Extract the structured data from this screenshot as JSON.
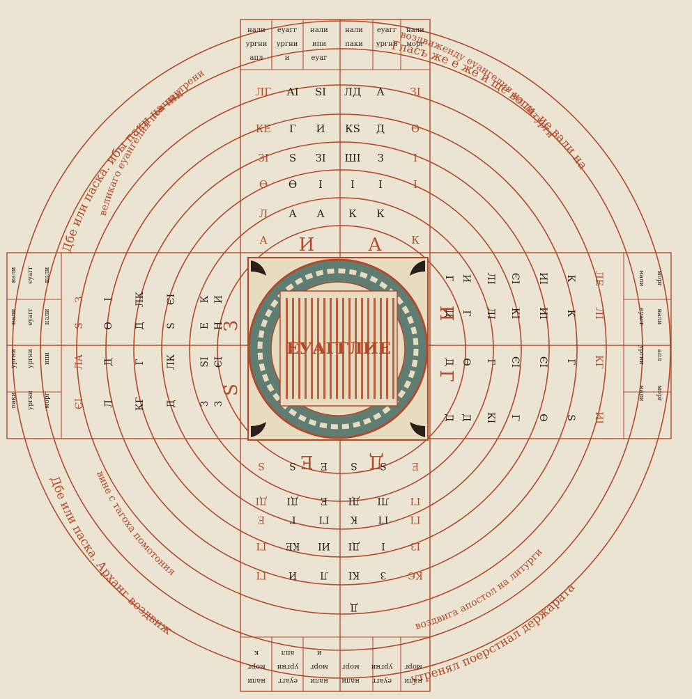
{
  "colors": {
    "paper": "#ece4d3",
    "ink_red": "#b24a2a",
    "ink_black": "#2b2018",
    "ornament_teal": "#5f7d72",
    "ornament_cream": "#e7dcc0"
  },
  "center_title": "ЕУАГГЛИЕ",
  "center_ornament_icon": "floral-vine-ornament",
  "ring_inscriptions": [
    "Дбе или паска. ибы паки начни ·",
    "Гласъ же е же и ще вопи. ие вали на",
    "великаго еуангелия пои наутрени",
    "воздвиженду еуангелия на литурги",
    "утренял поерстнал держарата",
    "воздвига апостол на литурги",
    "Дбе или паска. Арханг воздвиж",
    "вине с тагоха помотония"
  ],
  "top_header": [
    "нали",
    "еуагг",
    "нали",
    "нали",
    "еуагг",
    "нали",
    "ургни",
    "ургни",
    "ипи",
    "паки",
    "ургни",
    "морг",
    "апл",
    "и",
    "еуаг"
  ],
  "top_column": [
    [
      "ЛГ",
      "АІ",
      "ЅІ",
      "ЛД",
      "А",
      "ЗІ"
    ],
    [
      "КЕ",
      "Г",
      "И",
      "КЅ",
      "Д",
      "Ѳ"
    ],
    [
      "ЗІ",
      "Ѕ",
      "ЗІ",
      "ШІ",
      "З",
      "І"
    ],
    [
      "Ѳ",
      "Ѳ",
      "І",
      "І",
      "І",
      "І"
    ],
    [
      "Л",
      "А",
      "А",
      "К",
      "К",
      ""
    ],
    [
      "А",
      "",
      "",
      "",
      "",
      "К"
    ]
  ],
  "inner_top": [
    "И",
    "А"
  ],
  "inner_left": [
    "З",
    "Ѕ"
  ],
  "inner_right": [
    "И",
    "Г"
  ],
  "inner_bottom": [
    "Е",
    "Д"
  ],
  "left_header": [
    "нали",
    "еуагг",
    "нали",
    "нали",
    "еуагг",
    "нали",
    "ургни",
    "ургни",
    "ипи",
    "паки",
    "ургни",
    "морг"
  ],
  "left_column": [
    [
      "З",
      "І",
      "ЛК",
      "ЄІ",
      "К",
      "И"
    ],
    [
      "Ѕ",
      "Ѳ",
      "Д",
      "Ѕ",
      "Е",
      "Н"
    ],
    [
      "ЛА",
      "Д",
      "Г",
      "ЛК",
      "ЅІ",
      "ЄІ"
    ],
    [
      "ЄІ",
      "Л",
      "КГ",
      "Д",
      "З",
      "З"
    ]
  ],
  "right_header": [
    "нали",
    "морг",
    "еуагг",
    "нали",
    "ургни",
    "апл",
    "нали",
    "морг"
  ],
  "right_column": [
    [
      "ЛЕ",
      "К",
      "ИІ",
      "ЄІ",
      "ЛІ",
      "И",
      "Г"
    ],
    [
      "ЛІ",
      "К",
      "ИІ",
      "КІ",
      "ЛІ",
      "Г",
      "Д"
    ],
    [
      "КГ",
      "Г",
      "ЄІ",
      "ЄІ",
      "Г",
      "Ѳ",
      "Д"
    ],
    [
      "ИІ",
      "Ѕ",
      "Ѳ",
      "Г",
      "КІ",
      "Д",
      "Д"
    ]
  ],
  "bottom_column": [
    [
      "Ѕ",
      "Ѕ",
      "Е",
      "Ѕ",
      "Ѕ",
      "Е"
    ],
    [
      "ДІ",
      "ДІ",
      "Е",
      "ДІ",
      "ЛІ",
      "ГІ"
    ],
    [
      "Е",
      "Г",
      "ГІ",
      "К",
      "ГІ",
      "ГІ"
    ],
    [
      "ГІ",
      "КЕ",
      "ИІ",
      "ДІ",
      "І",
      "ІЗ"
    ],
    [
      "ГІ",
      "И",
      "Л",
      "КІ",
      "З",
      "КЄ"
    ],
    [
      "",
      "",
      "",
      "Д",
      "",
      ""
    ]
  ],
  "bottom_header": [
    "нали",
    "еуагг",
    "нали",
    "нали",
    "еуагг",
    "нали",
    "морг",
    "ургни",
    "морг",
    "морг",
    "ургни",
    "морг",
    "к",
    "апл",
    "и"
  ]
}
